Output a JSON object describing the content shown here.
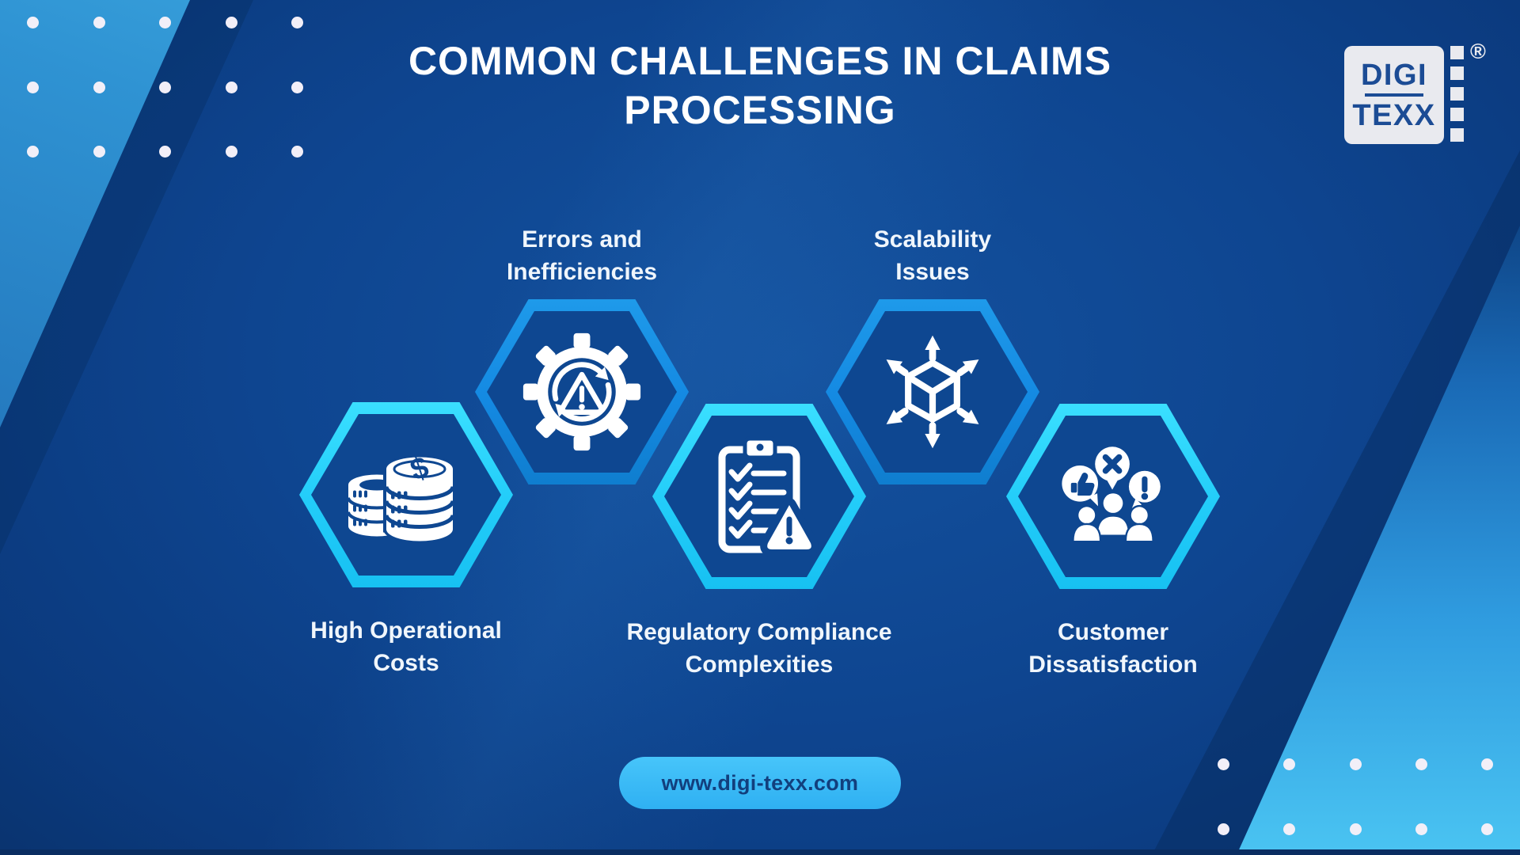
{
  "title": {
    "line1": "COMMON CHALLENGES IN CLAIMS",
    "line2": "PROCESSING"
  },
  "logo": {
    "word1": "DIGI",
    "word2": "TEXX",
    "registered": "®"
  },
  "challenges": [
    {
      "label_line1": "High Operational",
      "label_line2": "Costs",
      "icon": "coins-icon",
      "accent": "#27D4FF",
      "row": "bottom"
    },
    {
      "label_line1": "Errors and",
      "label_line2": "Inefficiencies",
      "icon": "gear-warning-refresh-icon",
      "accent": "#1489E2",
      "row": "top"
    },
    {
      "label_line1": "Regulatory Compliance",
      "label_line2": "Complexities",
      "icon": "checklist-warning-icon",
      "accent": "#27D4FF",
      "row": "bottom"
    },
    {
      "label_line1": "Scalability",
      "label_line2": "Issues",
      "icon": "cube-expand-arrows-icon",
      "accent": "#1489E2",
      "row": "top"
    },
    {
      "label_line1": "Customer",
      "label_line2": "Dissatisfaction",
      "icon": "people-feedback-icon",
      "accent": "#27D4FF",
      "row": "bottom"
    }
  ],
  "footer": {
    "website": "www.digi-texx.com"
  },
  "colors": {
    "background_deep_blue": "#0E4590",
    "accent_cyan": "#27D4FF",
    "accent_blue": "#1489E2",
    "pill_blue": "#38BCF7",
    "pill_text_navy": "#123F7D",
    "logo_navy": "#1C4C95",
    "dot_white": "#F2EFF8"
  }
}
